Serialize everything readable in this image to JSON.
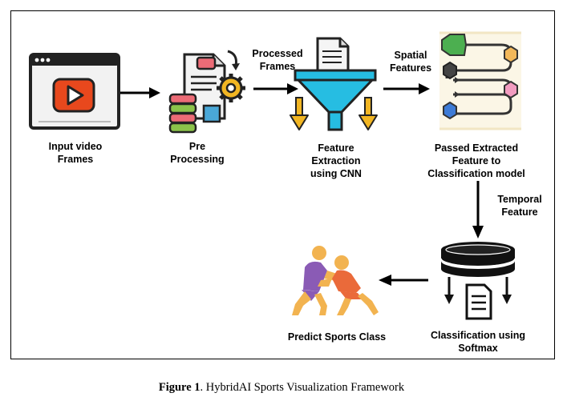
{
  "diagram": {
    "nodes": {
      "input": {
        "label_line1": "Input video",
        "label_line2": "Frames",
        "icon": "video-player-icon"
      },
      "preprocess": {
        "label_line1": "Pre",
        "label_line2": "Processing",
        "icon": "document-gear-icon"
      },
      "cnn": {
        "label_line1": "Feature",
        "label_line2": "Extraction",
        "label_line3": "using CNN",
        "icon": "funnel-icon"
      },
      "classification_model": {
        "label_line1": "Passed Extracted",
        "label_line2": "Feature to",
        "label_line3": "Classification model",
        "icon": "hexagon-flow-icon"
      },
      "softmax": {
        "label_line1": "Classification using",
        "label_line2": "Softmax",
        "icon": "database-document-icon"
      },
      "predict": {
        "label": "Predict Sports Class",
        "icon": "wrestlers-icon"
      }
    },
    "edges": {
      "processed_frames": {
        "line1": "Processed",
        "line2": "Frames"
      },
      "spatial_features": {
        "line1": "Spatial",
        "line2": "Features"
      },
      "temporal_feature": {
        "line1": "Temporal",
        "line2": "Feature"
      }
    }
  },
  "caption": {
    "prefix": "Figure 1",
    "text": ". HybridAI Sports Visualization Framework"
  }
}
